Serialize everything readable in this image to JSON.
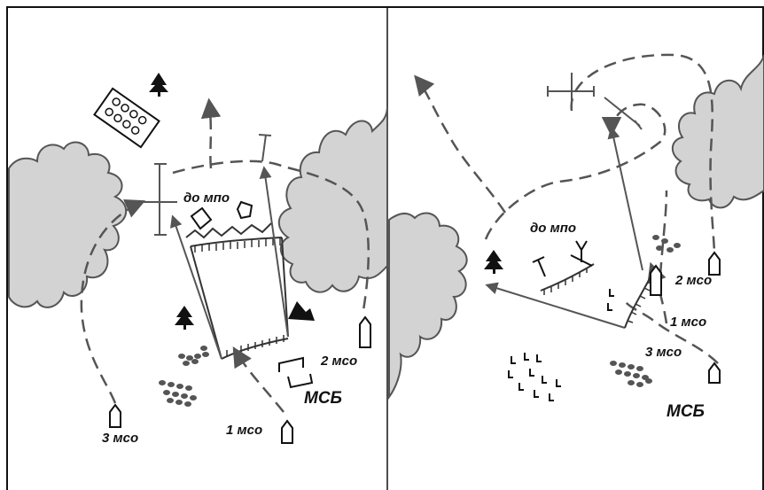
{
  "left_panel": {
    "dest_label": "до мпо",
    "units": {
      "mso1": "1 мсо",
      "mso2": "2 мсо",
      "mso3": "3 мсо",
      "msb": "МСБ"
    }
  },
  "right_panel": {
    "dest_label": "до мпо",
    "units": {
      "mso1": "1 мсо",
      "mso2": "2 мсо",
      "mso3": "3 мсо",
      "msb": "МСБ"
    }
  },
  "colors": {
    "forest_fill": "#d3d3d3",
    "forest_stroke": "#555555",
    "route_line": "#555555",
    "symbol": "#111111",
    "border": "#111111"
  },
  "icons": [
    "forest-cloud",
    "tree-icon",
    "minefield-icon",
    "boat-icon",
    "obstacle-icon",
    "crossing-icon",
    "triangle-icon"
  ]
}
